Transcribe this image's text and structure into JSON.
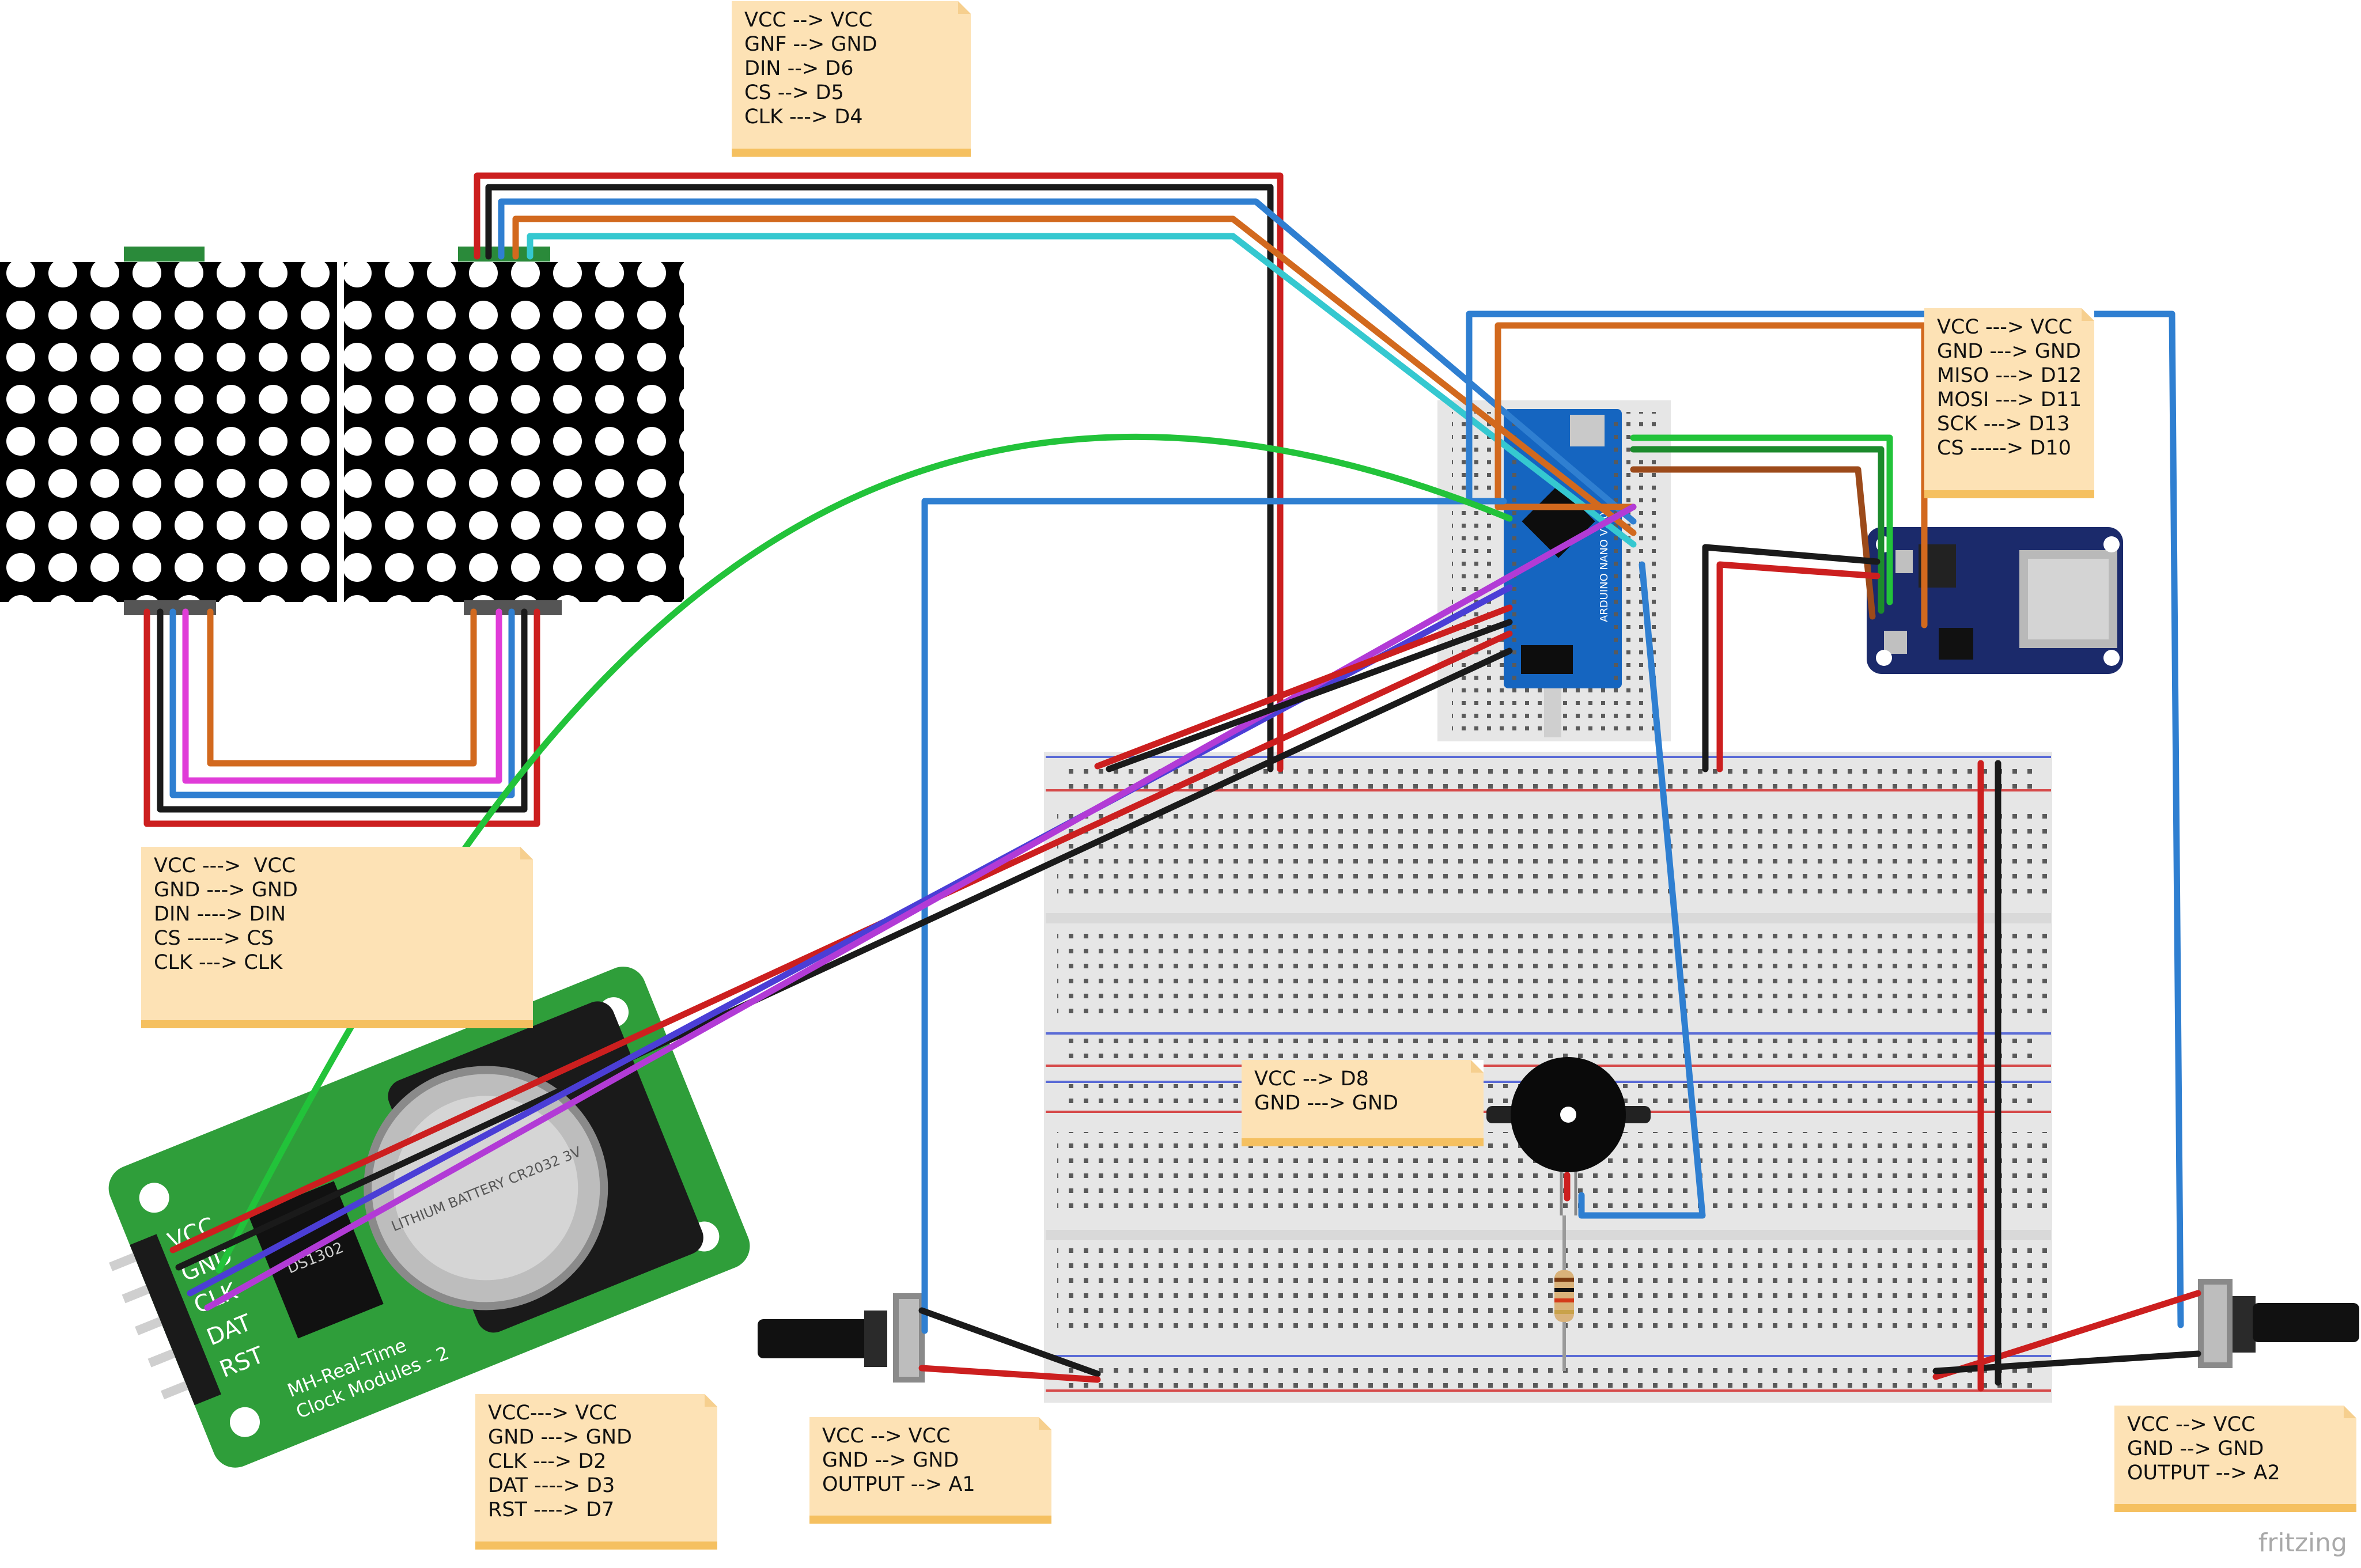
{
  "notes": {
    "matrix_top": [
      "VCC --> VCC",
      "GNF --> GND",
      "DIN --> D6",
      "CS --> D5",
      "CLK ---> D4"
    ],
    "matrix_link": [
      "VCC --->  VCC",
      "GND ---> GND",
      "DIN ----> DIN",
      "CS -----> CS",
      "CLK ---> CLK"
    ],
    "sd_card": [
      "VCC ---> VCC",
      "GND ---> GND",
      "MISO ---> D12",
      "MOSI ---> D11",
      "SCK ---> D13",
      "CS -----> D10"
    ],
    "buzzer": [
      "VCC --> D8",
      "GND ---> GND"
    ],
    "rtc": [
      "VCC---> VCC",
      "GND ---> GND",
      "CLK ---> D2",
      "DAT ----> D3",
      "RST ----> D7"
    ],
    "pot_left": [
      "VCC --> VCC",
      "GND --> GND",
      "OUTPUT --> A1"
    ],
    "pot_right": [
      "VCC --> VCC",
      "GND --> GND",
      "OUTPUT --> A2"
    ]
  },
  "rtc_module": {
    "pins": [
      "VCC",
      "GND",
      "CLK",
      "DAT",
      "RST"
    ],
    "title": "MH-Real-Time",
    "subtitle": "Clock Modules - 2",
    "chip_text": "DS1302",
    "battery_text": "LITHIUM BATTERY CR2032 3V"
  },
  "arduino": {
    "board_text": "ARDUINO NANO V3.0"
  },
  "watermark": "fritzing",
  "colors": {
    "wire_red": "#cc1f1f",
    "wire_black": "#1a1a1a",
    "wire_blue": "#2f7fd1",
    "wire_orange": "#d2691e",
    "wire_cyan": "#35c8d0",
    "wire_green": "#22c33a",
    "wire_purple": "#b23bd6",
    "wire_indigo": "#4b3ed6",
    "wire_pink": "#e03cd8",
    "wire_brown": "#9c4a1a",
    "wire_darkgreen": "#1c8a2c",
    "note_bg": "#fde2b5",
    "note_edge": "#f5c060",
    "breadboard": "#e6e6e6",
    "board_blue": "#1565c0",
    "sd_board": "#1b2a6b",
    "rtc_pcb": "#2f9e3a"
  }
}
